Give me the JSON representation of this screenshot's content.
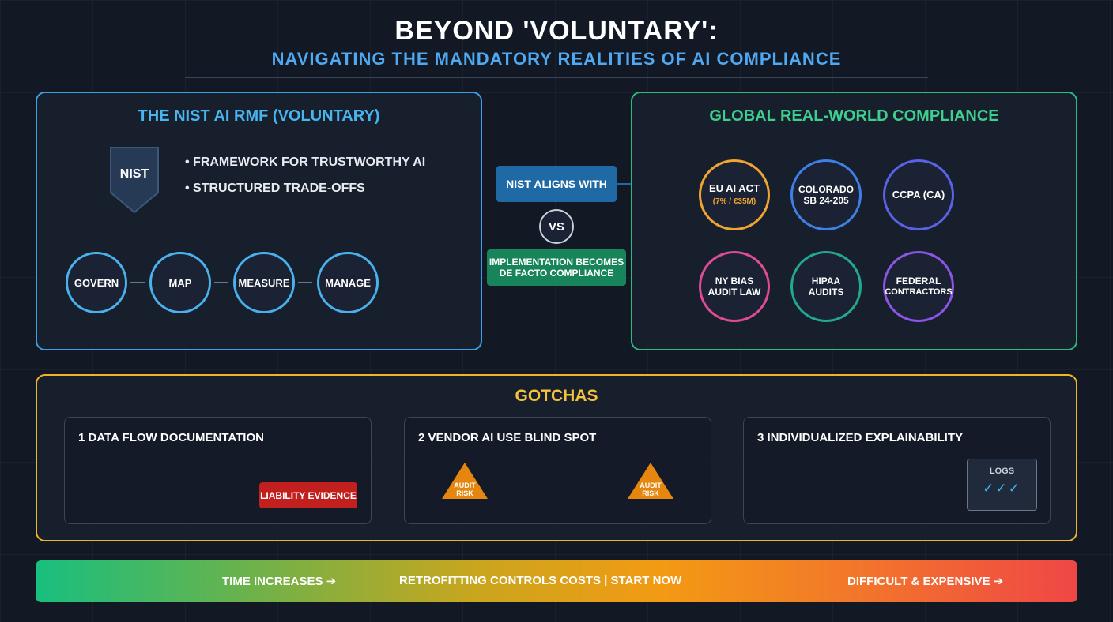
{
  "header": {
    "title": "BEYOND 'VOLUNTARY':",
    "subtitle": "NAVIGATING THE MANDATORY REALITIES OF AI COMPLIANCE"
  },
  "nist_panel": {
    "title": "THE NIST AI RMF (VOLUNTARY)",
    "badge": "NIST",
    "bullets": [
      "• FRAMEWORK FOR TRUSTWORTHY AI",
      "• STRUCTURED TRADE-OFFS"
    ],
    "functions": [
      "GOVERN",
      "MAP",
      "MEASURE",
      "MANAGE"
    ]
  },
  "middle": {
    "aligns_label": "NIST ALIGNS WITH",
    "vs_label": "VS",
    "implementation_line1": "IMPLEMENTATION BECOMES",
    "implementation_line2": "DE FACTO COMPLIANCE"
  },
  "global_panel": {
    "title": "GLOBAL REAL-WORLD COMPLIANCE",
    "items": [
      {
        "line1": "EU AI ACT",
        "line2": "(7% / €35M)",
        "color": "#f0a530"
      },
      {
        "line1": "COLORADO",
        "line2": "SB 24-205",
        "color": "#3f7fe6"
      },
      {
        "line1": "CCPA (CA)",
        "line2": "",
        "color": "#5b62e8"
      },
      {
        "line1": "NY BIAS",
        "line2": "AUDIT LAW",
        "color": "#e04b95"
      },
      {
        "line1": "HIPAA AUDITS",
        "line2": "",
        "color": "#22a88f"
      },
      {
        "line1": "FEDERAL",
        "line2": "CONTRACTORS",
        "color": "#8c55e6"
      }
    ]
  },
  "gotchas": {
    "title": "GOTCHAS",
    "cards": [
      {
        "title": "1 DATA FLOW DOCUMENTATION",
        "badge": "LIABILITY EVIDENCE"
      },
      {
        "title": "2 VENDOR AI USE BLIND SPOT",
        "risk_line1": "AUDIT",
        "risk_line2": "RISK"
      },
      {
        "title": "3 INDIVIDUALIZED EXPLAINABILITY",
        "logs_label": "LOGS",
        "logs_checks": "✓✓✓"
      }
    ]
  },
  "bottom_bar": {
    "left": "TIME INCREASES ➔",
    "center": "RETROFITTING CONTROLS COSTS | START NOW",
    "right": "DIFFICULT & EXPENSIVE ➔"
  },
  "colors": {
    "nist_accent": "#3b9ee6",
    "global_accent": "#2bbb7f",
    "gotcha_accent": "#f0b429",
    "liability_red": "#c21f1f",
    "risk_orange": "#e5870f"
  }
}
